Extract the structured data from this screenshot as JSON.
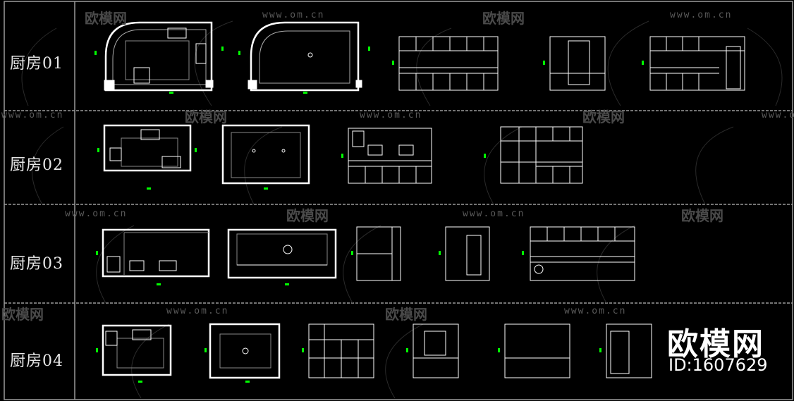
{
  "rows": [
    {
      "label": "厨房01"
    },
    {
      "label": "厨房02"
    },
    {
      "label": "厨房03"
    },
    {
      "label": "厨房04"
    }
  ],
  "watermark": {
    "url": "www.om.cn",
    "logo": "欧模网"
  },
  "brand": {
    "name": "欧模网",
    "id": "ID:1607629"
  },
  "colors": {
    "background": "#000000",
    "lines": "#ffffff",
    "dimensions": "#00ff00",
    "grid_border": "#9a9a9a"
  }
}
